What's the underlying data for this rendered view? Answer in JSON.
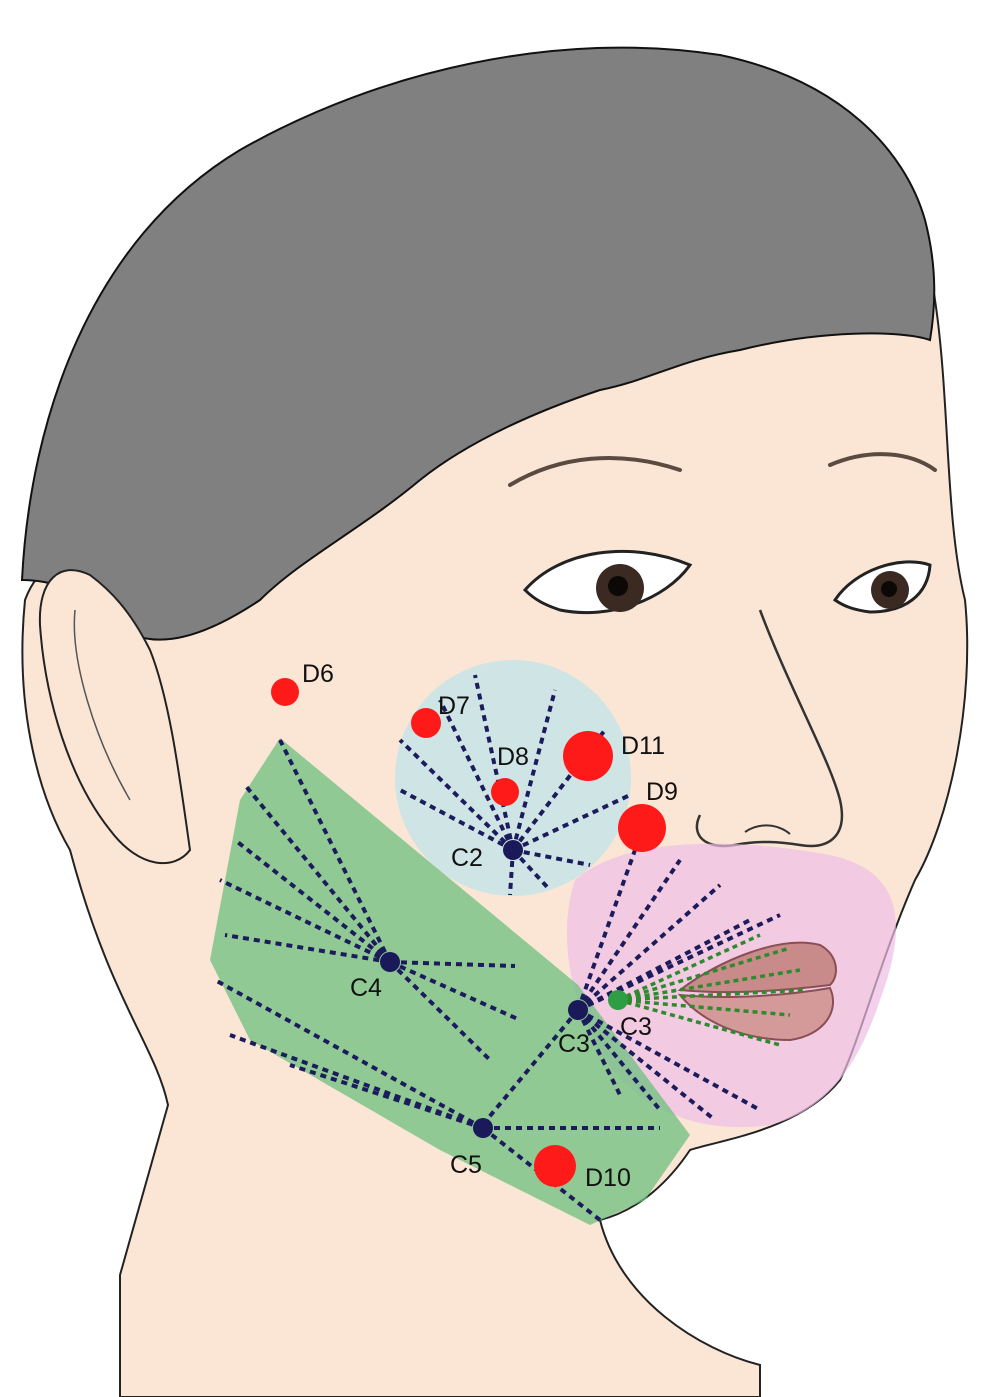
{
  "colors": {
    "skin": "#fbe6d6",
    "hair": "#808080",
    "outline": "#222222",
    "injection_point": "#ff1a1a",
    "center_point": "#1a1a5a",
    "green_point": "#2e9e44",
    "cheek_zone": "#bfe3ea",
    "jaw_zone": "#6cbf7e",
    "mouth_zone": "#eebde6",
    "dotted_line": "#1c1c5c",
    "green_dotted_line": "#2f8a2f"
  },
  "markers": [
    {
      "id": "D6",
      "label": "D6"
    },
    {
      "id": "D7",
      "label": "D7"
    },
    {
      "id": "D8",
      "label": "D8"
    },
    {
      "id": "D11",
      "label": "D11"
    },
    {
      "id": "D9",
      "label": "D9"
    },
    {
      "id": "D10",
      "label": "D10"
    }
  ],
  "centers": [
    {
      "id": "C2",
      "label": "C2"
    },
    {
      "id": "C4",
      "label": "C4"
    },
    {
      "id": "C3",
      "label": "C3"
    },
    {
      "id": "C3g",
      "label": "C3"
    },
    {
      "id": "C5",
      "label": "C5"
    }
  ]
}
